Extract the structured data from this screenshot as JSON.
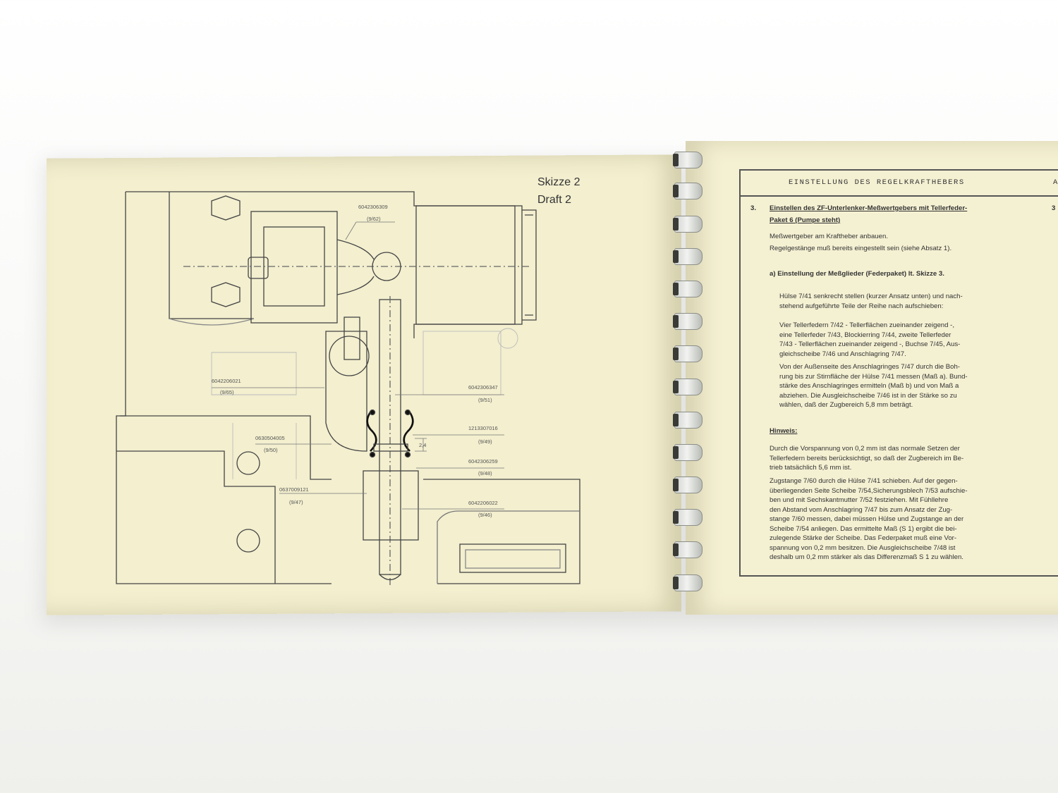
{
  "left_page": {
    "sketch_title_de": "Skizze 2",
    "sketch_title_en": "Draft  2",
    "part_labels": [
      {
        "number": "6042306309",
        "ref": "(9/62)"
      },
      {
        "number": "6042206021",
        "ref": "(9/65)"
      },
      {
        "number": "6042306347",
        "ref": "(9/51)"
      },
      {
        "number": "1213307016",
        "ref": "(9/49)"
      },
      {
        "number": "0630504005",
        "ref": "(9/50)"
      },
      {
        "number": "6042306259",
        "ref": "(9/48)"
      },
      {
        "number": "0637009121",
        "ref": "(9/47)"
      },
      {
        "number": "6042206022",
        "ref": "(9/46)"
      }
    ],
    "dimension": "2,4"
  },
  "right_page": {
    "header": "EINSTELLUNG DES REGELKRAFTHEBERS",
    "header_right": "A",
    "section_number": "3.",
    "section_number_right": "3",
    "section_title_1": "Einstellen des ZF-Unterlenker-Meßwertgebers mit Tellerfeder-",
    "section_title_2": "Paket 6 (Pumpe steht)",
    "line_1": "Meßwertgeber am Kraftheber anbauen.",
    "line_2": "Regelgestänge muß bereits eingestellt sein (siehe Absatz 1).",
    "subsection": "a) Einstellung der Meßglieder (Federpaket) lt. Skizze 3.",
    "para_1": [
      "Hülse 7/41 senkrecht stellen (kurzer Ansatz unten) und nach-",
      "stehend aufgeführte Teile der Reihe nach aufschieben:"
    ],
    "para_2": [
      "Vier Tellerfedern 7/42 - Tellerflächen zueinander zeigend -,",
      "eine Tellerfeder 7/43, Blockierring 7/44, zweite Tellerfeder",
      "7/43 - Tellerflächen zueinander zeigend -, Buchse 7/45, Aus-",
      "gleichscheibe 7/46 und Anschlagring 7/47."
    ],
    "para_3": [
      "Von der Außenseite des Anschlagringes 7/47 durch die Boh-",
      "rung bis zur Stirnfläche der Hülse 7/41 messen (Maß a). Bund-",
      "stärke des Anschlagringes ermitteln (Maß b) und von Maß a",
      "abziehen. Die Ausgleichscheibe 7/46 ist in der Stärke so zu",
      "wählen, daß der Zugbereich 5,8 mm beträgt."
    ],
    "hinweis": "Hinweis:",
    "para_4": [
      "Durch die Vorspannung von 0,2 mm ist das normale Setzen der",
      "Tellerfedern bereits berücksichtigt, so daß der Zugbereich im Be-",
      "trieb tatsächlich 5,6 mm ist."
    ],
    "para_5": [
      "Zugstange 7/60 durch die Hülse 7/41 schieben. Auf der gegen-",
      "überliegenden Seite Scheibe 7/54,Sicherungsblech 7/53 aufschie-",
      "ben und mit Sechskantmutter 7/52 festziehen. Mit Fühllehre",
      "den Abstand vom Anschlagring 7/47 bis zum Ansatz der Zug-",
      "stange 7/60 messen, dabei müssen Hülse und Zugstange an der",
      "Scheibe 7/54 anliegen. Das ermittelte Maß (S 1) ergibt die bei-",
      "zulegende Stärke der Scheibe. Das Federpaket muß eine Vor-",
      "spannung von 0,2 mm besitzen. Die Ausgleichscheibe 7/48 ist",
      "deshalb um 0,2 mm stärker als das Differenzmaß S 1 zu wählen."
    ]
  },
  "colors": {
    "page_left": "#f3efcf",
    "page_right": "#f4f0d2",
    "ink": "#333333",
    "binding_ring": "#e6e8e4"
  }
}
